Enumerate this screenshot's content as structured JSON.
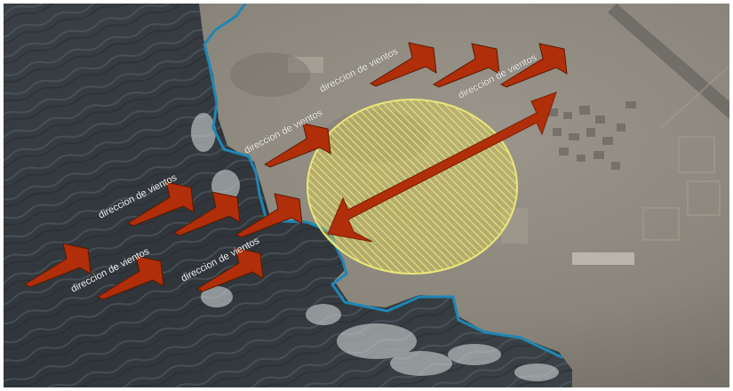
{
  "map": {
    "wind_label": "direccion de vientos",
    "colors": {
      "sea": "#3d4347",
      "land": "#8f8a80",
      "coastline": "#1f86b4",
      "arrow": "#b02e0a",
      "zone_fill": "#e8e04a",
      "zone_stroke": "#f3ee7a"
    },
    "icons": {
      "wind_arrow": "kite-shaped arrow",
      "direction_arrow": "double-headed arrow"
    }
  }
}
